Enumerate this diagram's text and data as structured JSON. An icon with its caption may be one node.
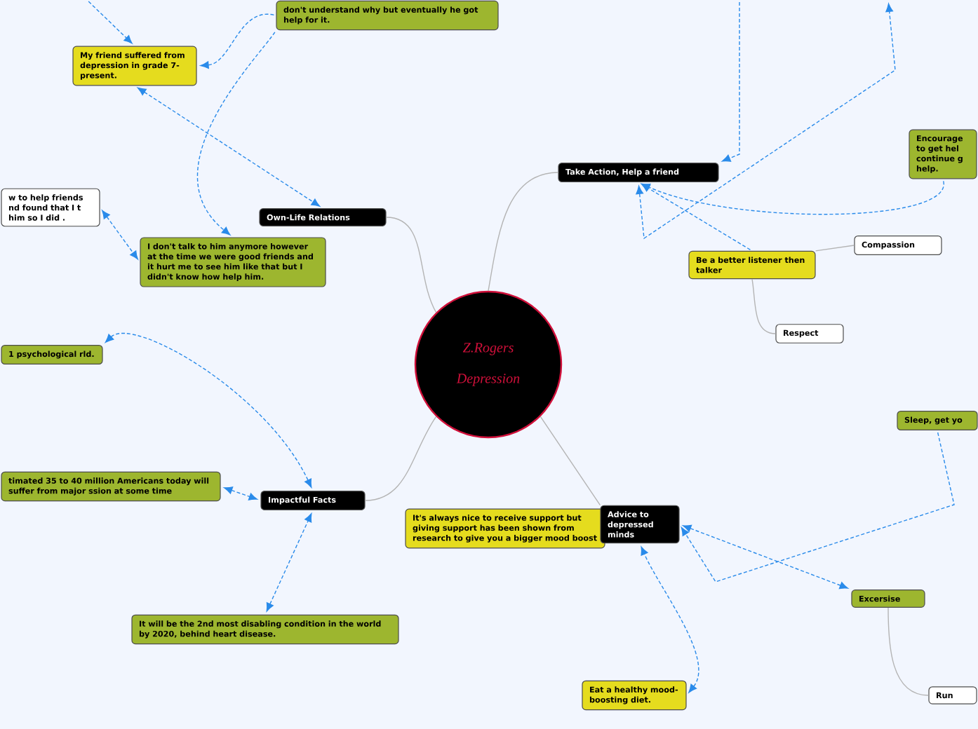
{
  "diagram": {
    "nodes": [
      {
        "text": [
          "Z.Rogers Depression"
        ]
      },
      {
        "text": [
          "Own-Life Relations"
        ]
      },
      {
        "text": [
          "My friend suffered from depression in grade 7-present."
        ]
      },
      {
        "text": [
          "don't understand why but eventually he got help for it."
        ]
      },
      {
        "text": [
          "w to help friends nd found that I t him so I did ."
        ]
      },
      {
        "text": [
          "I don't talk to him anymore however at the time we were good friends and it hurt me to see him like that but I didn't know how help him."
        ]
      },
      {
        "text": [
          "Take Action, Help a friend"
        ]
      },
      {
        "text": [
          "Encourage to get hel continue g help."
        ]
      },
      {
        "text": [
          "Be a better listener then talker"
        ]
      },
      {
        "text": [
          "Compassion"
        ]
      },
      {
        "text": [
          "Respect"
        ]
      },
      {
        "text": [
          "1 psychological rld."
        ]
      },
      {
        "text": [
          "Impactful Facts"
        ]
      },
      {
        "text": [
          "timated 35 to 40 million Americans today will suffer from major ssion at some time"
        ]
      },
      {
        "text": [
          "It will be the 2nd most disabling condition in the world by 2020, behind heart disease."
        ]
      },
      {
        "text": [
          "It's always nice to receive support but giving support has been shown from research to give you a bigger mood boost"
        ]
      },
      {
        "text": [
          "Advice to depressed minds"
        ]
      },
      {
        "text": [
          "Sleep, get yo"
        ]
      },
      {
        "text": [
          "Excersise"
        ]
      },
      {
        "text": [
          "Run"
        ]
      },
      {
        "text": [
          "Eat a healthy mood-boosting diet."
        ]
      }
    ],
    "edges": [
      {
        "from": 0,
        "to": 1,
        "arrow": "none",
        "color": "#b4b4b4"
      },
      {
        "from": 0,
        "to": 6,
        "arrow": "none",
        "color": "#b4b4b4"
      },
      {
        "from": 0,
        "to": 12,
        "arrow": "none",
        "color": "#b4b4b4"
      },
      {
        "from": 0,
        "to": 16,
        "arrow": "none",
        "color": "#b4b4b4"
      },
      {
        "from": 8,
        "to": 9,
        "arrow": "none",
        "color": "#b4b4b4"
      },
      {
        "from": 8,
        "to": 10,
        "arrow": "none",
        "color": "#b4b4b4"
      },
      {
        "from": 18,
        "to": 19,
        "arrow": "none",
        "color": "#b4b4b4"
      },
      {
        "from": 2,
        "to": 1,
        "arrow": "both",
        "style": "dashed",
        "color": "#2a8bea"
      },
      {
        "from": null,
        "to": 2,
        "arrow": "to",
        "style": "dashed",
        "color": "#2a8bea"
      },
      {
        "from": 3,
        "to": 2,
        "arrow": "to",
        "style": "dashed",
        "color": "#2a8bea"
      },
      {
        "from": 3,
        "to": 5,
        "arrow": "to",
        "style": "dashed",
        "color": "#2a8bea"
      },
      {
        "from": 4,
        "to": 5,
        "arrow": "both",
        "style": "dashed",
        "color": "#2a8bea"
      },
      {
        "from": 8,
        "to": 6,
        "arrow": "to",
        "style": "dashed",
        "color": "#2a8bea"
      },
      {
        "from": 7,
        "to": 6,
        "arrow": "to",
        "style": "dashed",
        "color": "#2a8bea"
      },
      {
        "from": null,
        "to": 6,
        "arrow": "to",
        "style": "dashed",
        "color": "#2a8bea"
      },
      {
        "from": 6,
        "to": null,
        "arrow": "both",
        "style": "dashed",
        "color": "#2a8bea"
      },
      {
        "from": 11,
        "to": 12,
        "arrow": "both",
        "style": "dashed",
        "color": "#2a8bea"
      },
      {
        "from": 13,
        "to": 12,
        "arrow": "both",
        "style": "dashed",
        "color": "#2a8bea"
      },
      {
        "from": 14,
        "to": 12,
        "arrow": "both",
        "style": "dashed",
        "color": "#2a8bea"
      },
      {
        "from": 18,
        "to": 16,
        "arrow": "both",
        "style": "dashed",
        "color": "#2a8bea"
      },
      {
        "from": 17,
        "to": 16,
        "arrow": "to",
        "style": "dashed",
        "color": "#2a8bea"
      },
      {
        "from": 20,
        "to": 16,
        "arrow": "both",
        "style": "dashed",
        "color": "#2a8bea"
      }
    ]
  }
}
